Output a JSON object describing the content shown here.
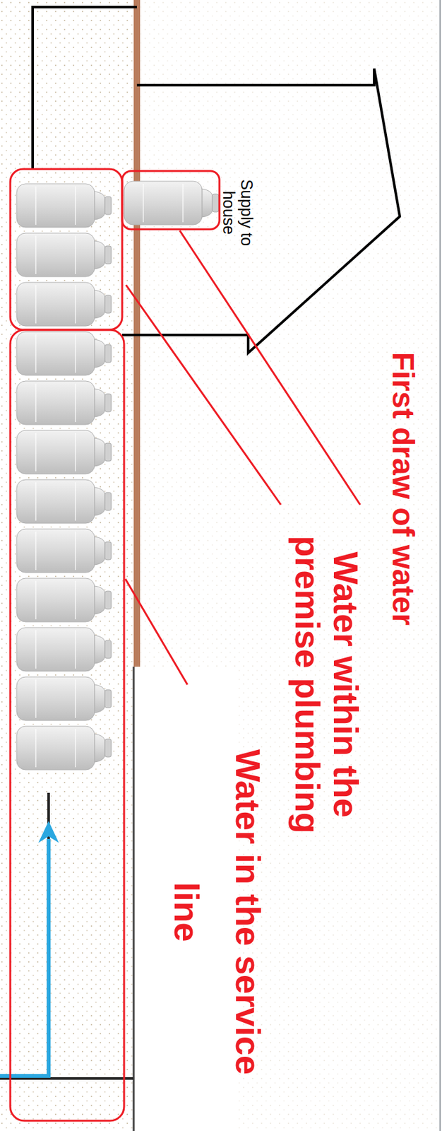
{
  "diagram": {
    "labels": [
      "Supply to house",
      "First draw of water",
      "Water within the premise plumbing",
      "Water in the service line"
    ]
  }
}
